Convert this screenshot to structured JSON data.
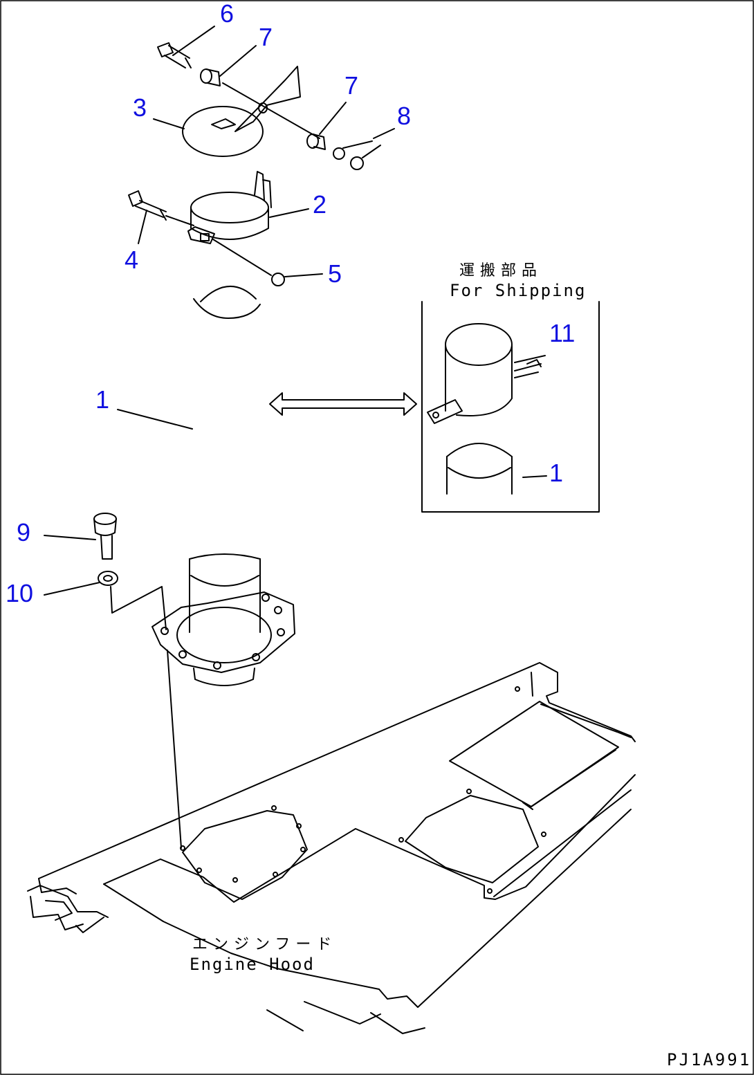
{
  "part_labels": [
    {
      "id": "p6",
      "text": "6"
    },
    {
      "id": "p7a",
      "text": "7"
    },
    {
      "id": "p7b",
      "text": "7"
    },
    {
      "id": "p8",
      "text": "8"
    },
    {
      "id": "p3",
      "text": "3"
    },
    {
      "id": "p2",
      "text": "2"
    },
    {
      "id": "p4",
      "text": "4"
    },
    {
      "id": "p5",
      "text": "5"
    },
    {
      "id": "p11",
      "text": "11"
    },
    {
      "id": "p1a",
      "text": "1"
    },
    {
      "id": "p1b",
      "text": "1"
    },
    {
      "id": "p9",
      "text": "9"
    },
    {
      "id": "p10",
      "text": "10"
    }
  ],
  "shipping": {
    "jp": "運搬部品",
    "en": "For Shipping"
  },
  "hood": {
    "jp": "エンジンフード",
    "en": "Engine Hood"
  },
  "drawing_code": "PJ1A991",
  "colors": {
    "label": "#1010e0",
    "line": "#000000",
    "background": "#ffffff"
  }
}
